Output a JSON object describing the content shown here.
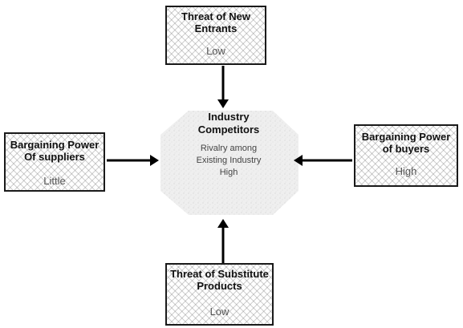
{
  "threat_new_entrants": {
    "title_line1": "Threat of New",
    "title_line2": "Entrants",
    "value": "Low"
  },
  "supplier_power": {
    "title_line1": "Bargaining Power",
    "title_line2": "Of suppliers",
    "value": "Little"
  },
  "buyer_power": {
    "title_line1": "Bargaining Power",
    "title_line2": "of buyers",
    "value": "High"
  },
  "threat_substitutes": {
    "title_line1": "Threat of Substitute",
    "title_line2": "Products",
    "value": "Low"
  },
  "industry_competitors": {
    "title_line1": "Industry",
    "title_line2": "Competitors",
    "rivalry_line1": "Rivalry among",
    "rivalry_line2": "Existing Industry",
    "rivalry_value": "High"
  }
}
